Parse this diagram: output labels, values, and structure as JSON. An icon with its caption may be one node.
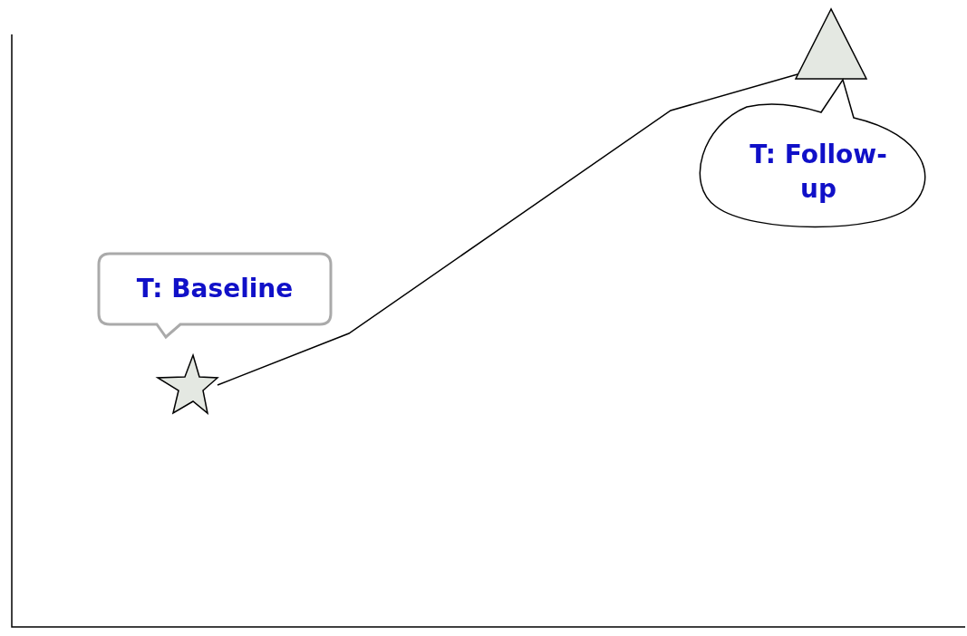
{
  "diagram": {
    "nodes": [
      {
        "text": [],
        "shape": "triangle"
      },
      {
        "text": [
          "T: Follow-up"
        ]
      },
      {
        "text": [
          "T: Baseline"
        ]
      },
      {
        "text": [],
        "shape": "star"
      }
    ],
    "edges": [
      {
        "from": 3,
        "to": 0,
        "arrow": "none"
      }
    ]
  }
}
